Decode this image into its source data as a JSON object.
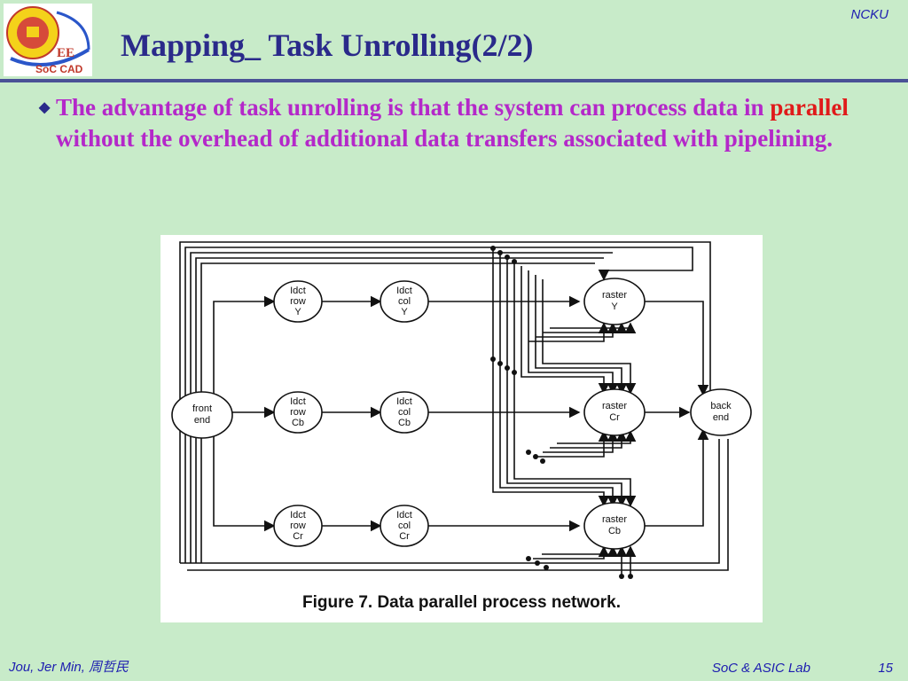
{
  "header": {
    "logo_text": "EE SoC CAD",
    "corner_label": "NCKU",
    "title": "Mapping_ Task Unrolling(2/2)"
  },
  "body": {
    "bullet_pre": "The advantage of task unrolling is that the system can process data in ",
    "bullet_highlight": "parallel",
    "bullet_post": " without the overhead of additional data transfers associated with pipelining."
  },
  "figure": {
    "caption": "Figure 7. Data parallel process network.",
    "nodes": {
      "front_end": [
        "front",
        "end"
      ],
      "idct_row_y": [
        "Idct",
        "row",
        "Y"
      ],
      "idct_col_y": [
        "Idct",
        "col",
        "Y"
      ],
      "idct_row_cb": [
        "Idct",
        "row",
        "Cb"
      ],
      "idct_col_cb": [
        "Idct",
        "col",
        "Cb"
      ],
      "idct_row_cr": [
        "Idct",
        "row",
        "Cr"
      ],
      "idct_col_cr": [
        "Idct",
        "col",
        "Cr"
      ],
      "raster_y": [
        "raster",
        "Y"
      ],
      "raster_cr": [
        "raster",
        "Cr"
      ],
      "raster_cb": [
        "raster",
        "Cb"
      ],
      "back_end": [
        "back",
        "end"
      ]
    }
  },
  "footer": {
    "author": "Jou, Jer Min,  周哲民",
    "lab": "SoC & ASIC Lab",
    "page": "15"
  }
}
